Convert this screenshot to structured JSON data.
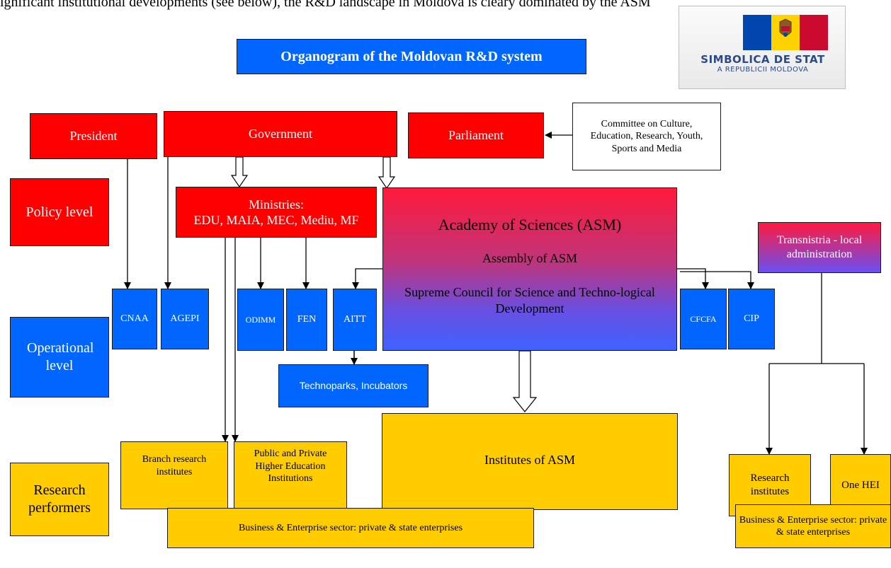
{
  "caption": "ignificant institutional developments (see below), the R&D landscape in Moldova is cleary dominated by the ASM",
  "title": "Organogram of the Moldovan R&D system",
  "emblem": {
    "line1": "SIMBOLICA DE STAT",
    "line2": "A REPUBLICII MOLDOVA",
    "flag_colors": [
      "#0046ae",
      "#ffd200",
      "#cc092f"
    ]
  },
  "levels": {
    "policy": "Policy level",
    "operational": "Operational level",
    "research": "Research performers"
  },
  "policy": {
    "president": "President",
    "government": "Government",
    "parliament": "Parliament",
    "committee": "Committee on Culture, Education, Research, Youth, Sports and Media"
  },
  "ministries": {
    "line1": "Ministries:",
    "line2": "EDU, MAIA, MEC, Mediu, MF"
  },
  "asm": {
    "title": "Academy of Sciences (ASM)",
    "assembly": "Assembly of ASM",
    "council": "Supreme Council for Science and Techno-logical Development"
  },
  "agencies": {
    "cnaa": "CNAA",
    "agepi": "AGEPI",
    "odimm": "ODIMM",
    "fen": "FEN",
    "aitt": "AITT",
    "cfcfa": "CFCFA",
    "cip": "CIP"
  },
  "technoparks": "Technoparks, Incubators",
  "transnistria": "Transnistria - local administration",
  "performers": {
    "branch": "Branch research institutes",
    "hei": "Public and Private Higher Education Institutions",
    "institutes": "Institutes of ASM",
    "research_inst": "Research institutes",
    "one_hei": "One HEI",
    "business_main": "Business & Enterprise sector: private & state enterprises",
    "business_right": "Business & Enterprise sector: private & state enterprises"
  },
  "colors": {
    "policy": "#ff0000",
    "operational": "#0066ff",
    "performers": "#ffcc00"
  }
}
